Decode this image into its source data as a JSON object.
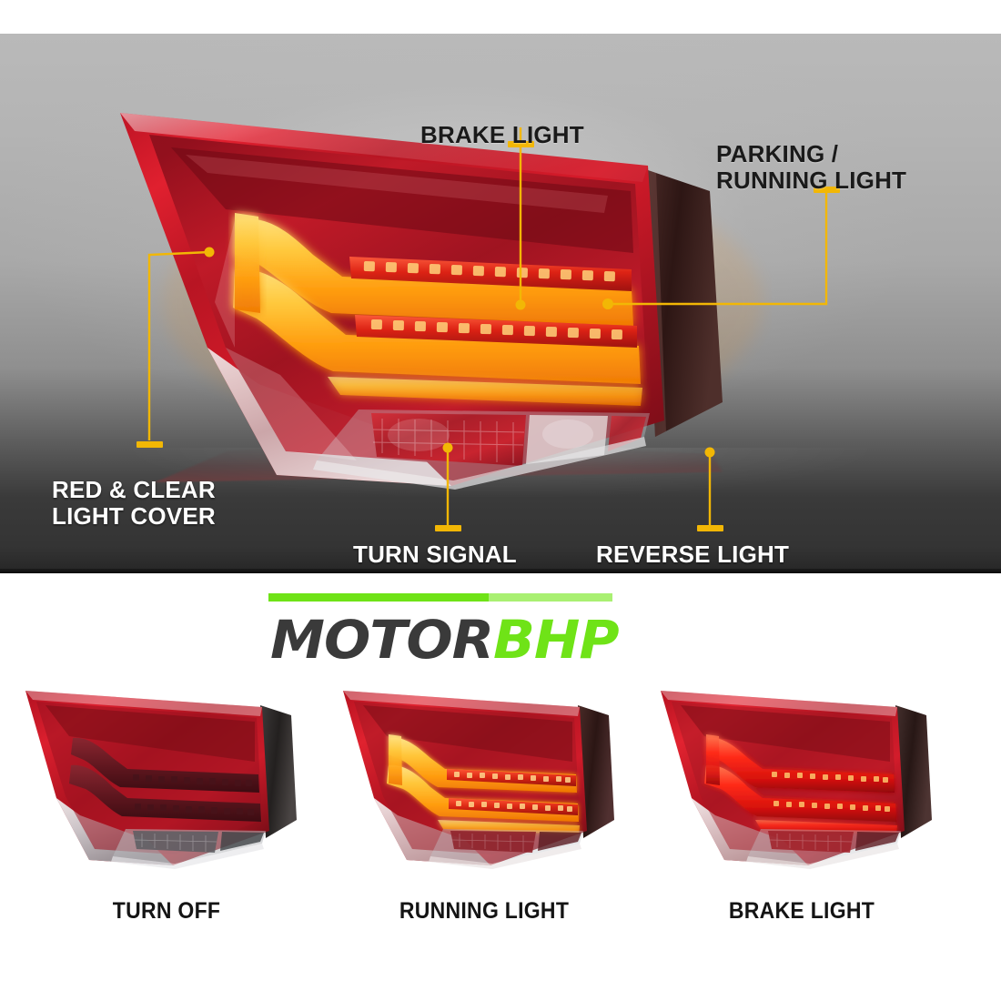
{
  "brand": {
    "logo_primary": "MOTOR",
    "logo_accent": "BHP",
    "accent_color": "#6fe317",
    "accent_color_light": "#a9f072",
    "primary_color": "#3a3a3a"
  },
  "hero": {
    "product": "LED tail light assembly",
    "callouts": [
      {
        "id": "brake-light",
        "label": "BRAKE LIGHT",
        "style": "dark"
      },
      {
        "id": "parking-light",
        "label": "PARKING /\nRUNNING LIGHT",
        "style": "dark"
      },
      {
        "id": "red-clear",
        "label": "RED & CLEAR\nLIGHT COVER",
        "style": "light"
      },
      {
        "id": "turn-signal",
        "label": "TURN SIGNAL",
        "style": "light"
      },
      {
        "id": "reverse-light",
        "label": "REVERSE LIGHT",
        "style": "light"
      }
    ],
    "leader_color": "#f2b705",
    "background_top": "#b9b9b9",
    "background_bottom": "#262626"
  },
  "variants": [
    {
      "id": "turn-off",
      "caption": "TURN OFF",
      "state": "off",
      "led_color": "#6e2027"
    },
    {
      "id": "running-light",
      "caption": "RUNNING LIGHT",
      "state": "running",
      "led_color": "#ffb000"
    },
    {
      "id": "brake-light",
      "caption": "BRAKE LIGHT",
      "state": "brake",
      "led_color": "#ff1f14"
    }
  ]
}
